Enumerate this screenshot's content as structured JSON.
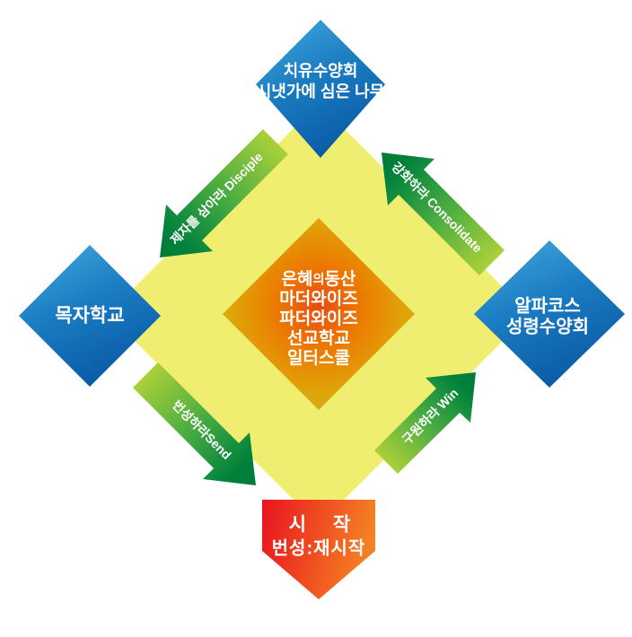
{
  "diagram": {
    "background_color": "#ffffff",
    "field": {
      "shape": "diamond",
      "color": "#f0ee70"
    },
    "nodes": {
      "top": {
        "shape": "diamond",
        "color_light": "#46abdd",
        "color_dark": "#0b5ca7",
        "lines": [
          "치유수양회",
          "시냇가에 심은 나무"
        ]
      },
      "left": {
        "shape": "diamond",
        "color_light": "#46abdd",
        "color_dark": "#0b5ca7",
        "label": "목자학교"
      },
      "right": {
        "shape": "diamond",
        "color_light": "#46abdd",
        "color_dark": "#0b5ca7",
        "lines": [
          "알파코스",
          "성령수양회"
        ]
      },
      "bottom": {
        "shape": "pentagon-down",
        "color_left": "#e9131f",
        "color_right": "#f58122",
        "lines": [
          "시 작",
          "번성:재시작"
        ]
      },
      "center": {
        "shape": "diamond",
        "color_center": "#ea4c0c",
        "color_edge": "#ccb426",
        "line1": {
          "part1": "은혜",
          "part2": "의",
          "part3": "동산"
        },
        "lines": [
          "마더와이즈",
          "파더와이즈",
          "선교학교",
          "일터스쿨"
        ]
      }
    },
    "arrows": {
      "color_light": "#abd039",
      "color_dark": "#007a38",
      "disciple": {
        "label": "제자를 삼아라 Disciple"
      },
      "consolidate": {
        "label": "강화하라 Consolidate"
      },
      "send": {
        "label": "번성하라Send"
      },
      "win": {
        "label": "구원하라 Win"
      }
    }
  }
}
